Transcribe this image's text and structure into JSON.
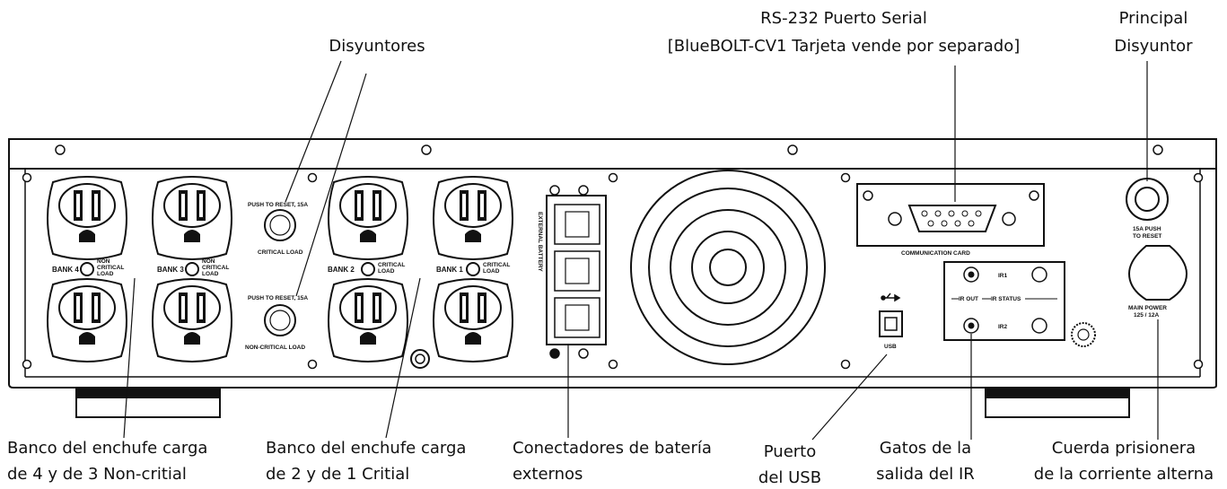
{
  "callouts": {
    "breakers": "Disyuntores",
    "rs232_line1": "RS-232 Puerto Serial",
    "rs232_line2": "[BlueBOLT-CV1 Tarjeta vende por separado]",
    "main_breaker_line1": "Principal",
    "main_breaker_line2": "Disyuntor",
    "bank43_line1": "Banco del enchufe carga",
    "bank43_line2": "de 4 y de 3 Non-critial",
    "bank21_line1": "Banco del enchufe carga",
    "bank21_line2": "de 2 y de 1 Critial",
    "battery_line1": "Conectadores de batería",
    "battery_line2": "externos",
    "usb_line1": "Puerto",
    "usb_line2": "del USB",
    "ir_line1": "Gatos de la",
    "ir_line2": "salida del IR",
    "ac_line1": "Cuerda prisionera",
    "ac_line2": "de la corriente alterna"
  },
  "panel_labels": {
    "bank4": "BANK 4",
    "bank3": "BANK 3",
    "bank2": "BANK 2",
    "bank1": "BANK 1",
    "non_critical_1": "NON",
    "non_critical_2": "CRITICAL",
    "non_critical_3": "LOAD",
    "critical_1": "CRITICAL",
    "critical_2": "LOAD",
    "push_reset_top": "PUSH TO RESET, 15A",
    "critical_load": "CRITICAL LOAD",
    "push_reset_bottom": "PUSH TO RESET, 15A",
    "non_critical_load": "NON-CRITICAL LOAD",
    "external_battery": "EXTERNAL BATTERY",
    "communication_card": "COMMUNICATION CARD",
    "usb": "USB",
    "ir1": "IR1",
    "ir2": "IR2",
    "ir_out": "IR OUT",
    "ir_status": "IR STATUS",
    "main_push_1": "15A PUSH",
    "main_push_2": "TO RESET",
    "main_power_1": "MAIN POWER",
    "main_power_2": "125 / 12A"
  }
}
